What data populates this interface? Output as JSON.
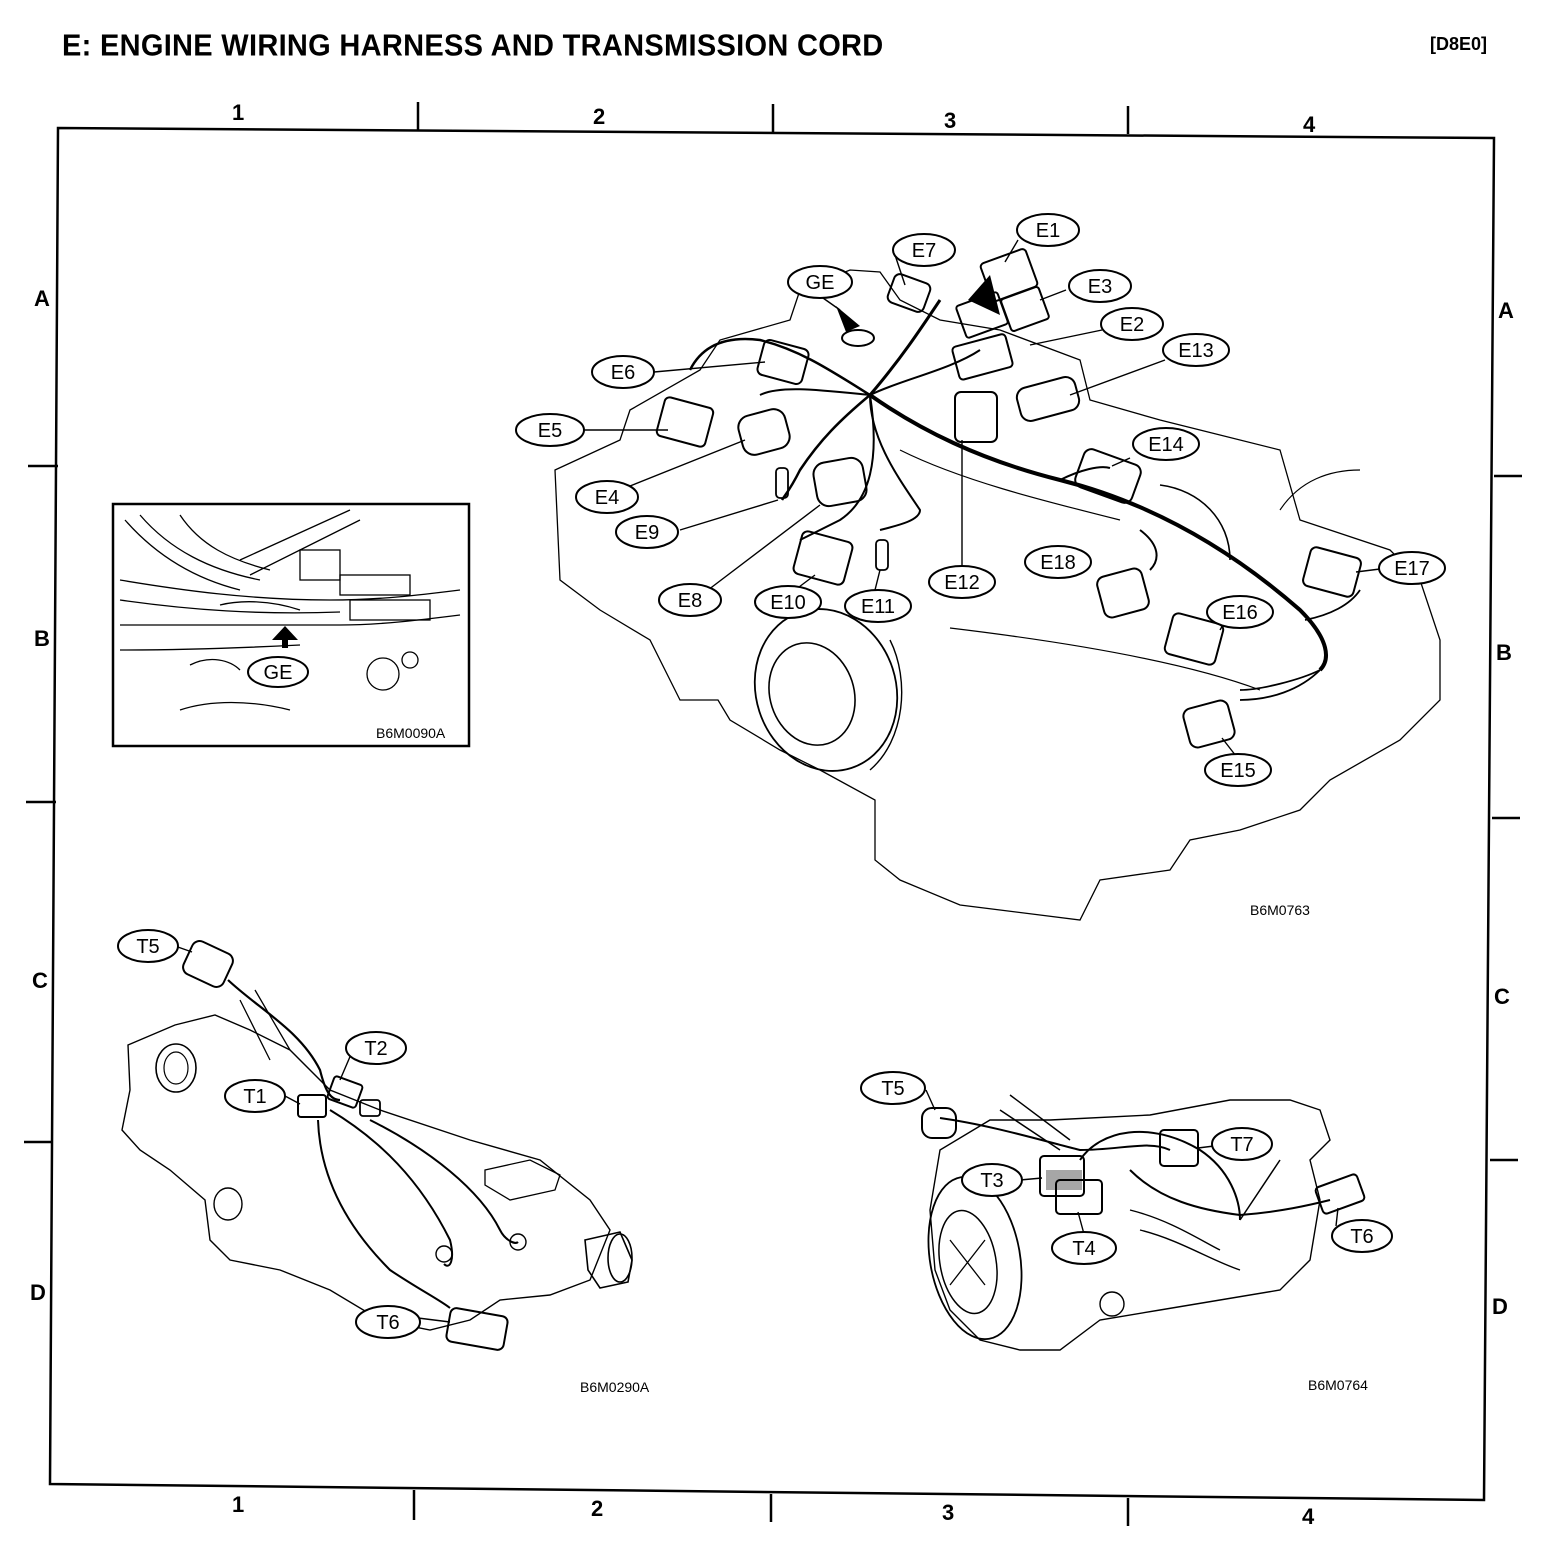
{
  "header": {
    "title": "E:  ENGINE WIRING HARNESS AND TRANSMISSION CORD",
    "code": "[D8E0]"
  },
  "grid": {
    "columns": [
      "1",
      "2",
      "3",
      "4"
    ],
    "rows": [
      "A",
      "B",
      "C",
      "D"
    ]
  },
  "figures": {
    "main": {
      "code": "B6M0763"
    },
    "inset": {
      "code": "B6M0090A",
      "label": "GE"
    },
    "left": {
      "code": "B6M0290A"
    },
    "right": {
      "code": "B6M0764"
    }
  },
  "callouts": {
    "E1": "E1",
    "E2": "E2",
    "E3": "E3",
    "E4": "E4",
    "E5": "E5",
    "E6": "E6",
    "E7": "E7",
    "E8": "E8",
    "E9": "E9",
    "E10": "E10",
    "E11": "E11",
    "E12": "E12",
    "E13": "E13",
    "E14": "E14",
    "E15": "E15",
    "E16": "E16",
    "E17": "E17",
    "E18": "E18",
    "GE": "GE",
    "T1": "T1",
    "T2": "T2",
    "T3": "T3",
    "T4": "T4",
    "T5": "T5",
    "T6": "T6",
    "T7": "T7"
  }
}
